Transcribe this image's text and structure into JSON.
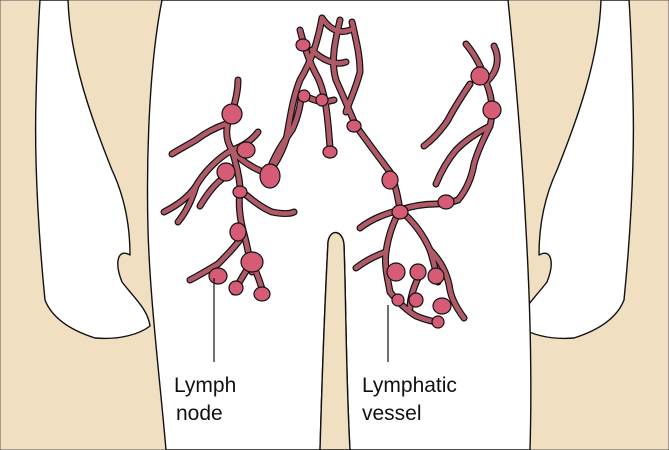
{
  "labels": {
    "lymph_node_line1": "Lymph",
    "lymph_node_line2": "node",
    "lymphatic_vessel_line1": "Lymphatic",
    "lymphatic_vessel_line2": "vessel"
  },
  "colors": {
    "background": "#f1dfc2",
    "body": "#ffffff",
    "lymph_node": "#d65c75",
    "vessel": "#b05a68",
    "outline": "#111111"
  }
}
